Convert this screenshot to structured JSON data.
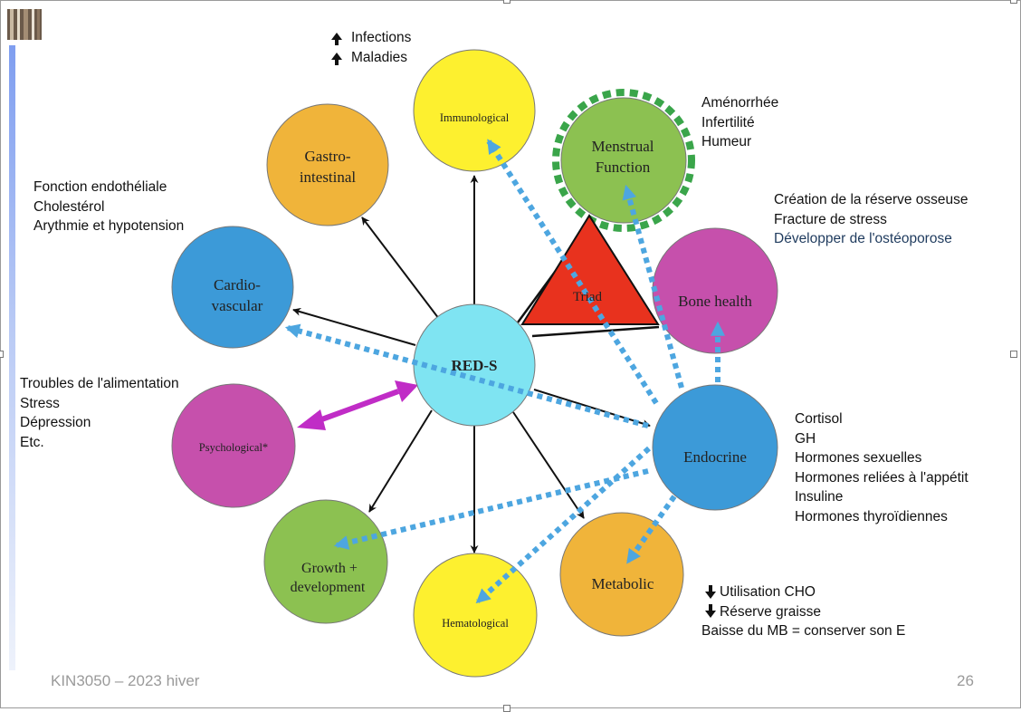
{
  "slide": {
    "footer_left": "KIN3050 – 2023 hiver",
    "page_number": "26"
  },
  "diagram": {
    "center": "RED-S",
    "triad": "Triad",
    "nodes": {
      "immunological": "Immunological",
      "gastro_line1": "Gastro-",
      "gastro_line2": "intestinal",
      "menstrual_line1": "Menstrual",
      "menstrual_line2": "Function",
      "cardio_line1": "Cardio-",
      "cardio_line2": "vascular",
      "bone": "Bone health",
      "psychological": "Psychological*",
      "endocrine": "Endocrine",
      "growth_line1": "Growth +",
      "growth_line2": "development",
      "metabolic": "Metabolic",
      "hematological": "Hematological"
    },
    "colors": {
      "yellow": "#fdf02f",
      "orange": "#f0b43a",
      "green": "#8cc151",
      "blue": "#3c9ad8",
      "magenta": "#c650ac",
      "cyan": "#7fe4f2",
      "triad_red": "#e8321e",
      "dotted_blue": "#4da6e0",
      "dotted_green": "#3aa54a",
      "psych_arrow": "#c02cc6"
    }
  },
  "annotations": {
    "immuno": [
      "Infections",
      "Maladies"
    ],
    "menstrual": [
      "Aménorrhée",
      "Infertilité",
      "Humeur"
    ],
    "cardio": [
      "Fonction endothéliale",
      "Cholestérol",
      "Arythmie et hypotension"
    ],
    "bone": [
      "Création de la réserve osseuse",
      "Fracture de stress",
      "Développer de l'ostéoporose"
    ],
    "psych": [
      "Troubles de l'alimentation",
      "Stress",
      "Dépression",
      "Etc."
    ],
    "endocrine": [
      "Cortisol",
      "GH",
      "Hormones sexuelles",
      "Hormones reliées à l'appétit",
      "Insuline",
      "Hormones thyroïdiennes"
    ],
    "metabolic": [
      "Utilisation CHO",
      "Réserve graisse",
      "Baisse du MB = conserver son E"
    ]
  }
}
